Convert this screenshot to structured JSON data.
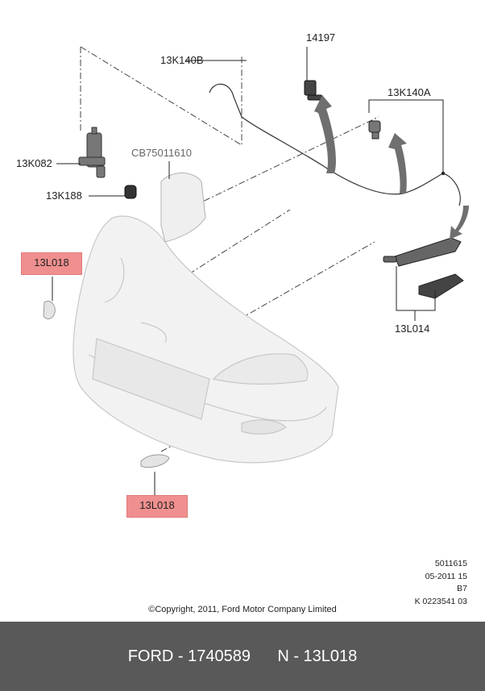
{
  "labels": {
    "part_14197": "14197",
    "part_13K140B": "13K140B",
    "part_13K140A": "13K140A",
    "part_13K082": "13K082",
    "part_CB75011610": "CB75011610",
    "part_13K188": "13K188",
    "part_13L018_top": "13L018",
    "part_13L018_bottom": "13L018",
    "part_13L014": "13L014"
  },
  "colors": {
    "highlight": "#f08f8f",
    "footer_bg": "#595959"
  },
  "meta": {
    "line1": "5011615",
    "line2": "05-2011 15",
    "line3": "B7",
    "line4": "K 0223541 03"
  },
  "copyright": "©Copyright, 2011, Ford Motor Company Limited",
  "footer": {
    "brand_part": "FORD - 1740589",
    "ref": "N - 13L018"
  }
}
